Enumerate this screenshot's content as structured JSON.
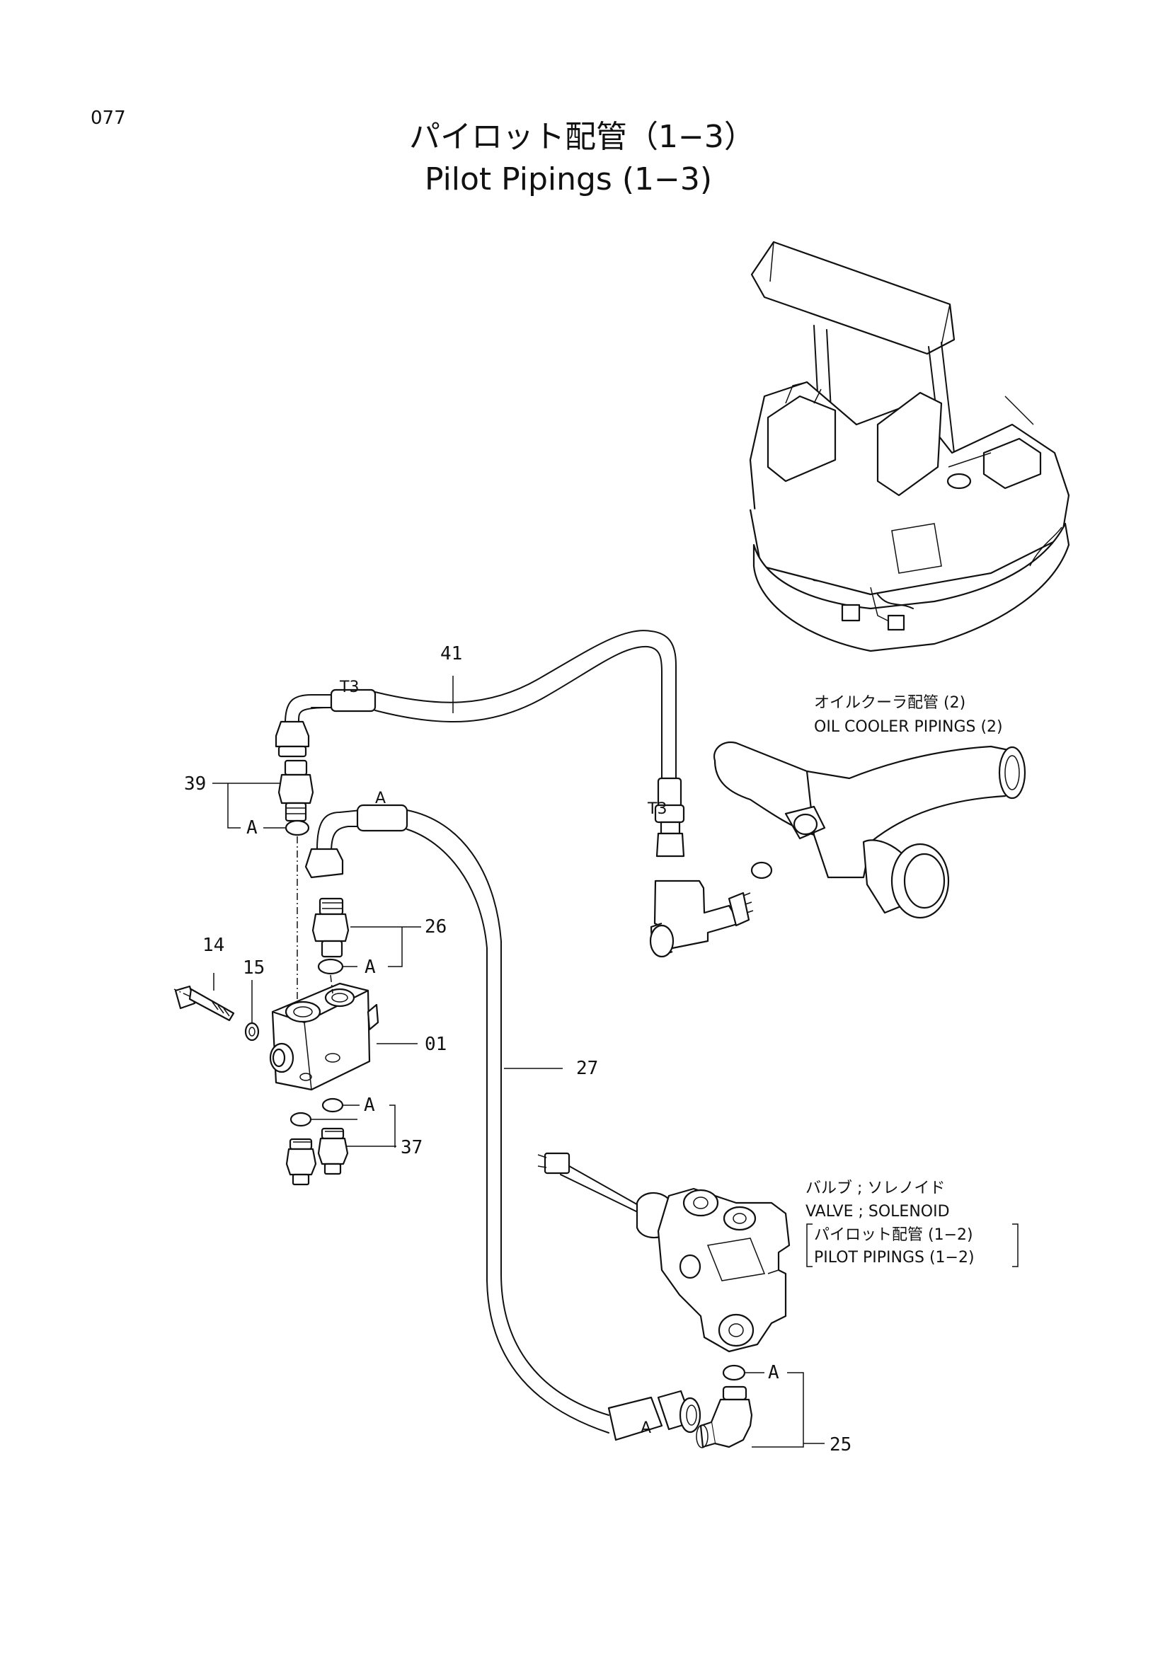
{
  "page_number": "077",
  "title_jp": "パイロット配管（1−3）",
  "title_en": "Pilot Pipings (1−3)",
  "callouts": {
    "c41": "41",
    "c39": "39",
    "c26": "26",
    "c14": "14",
    "c15": "15",
    "c01": "01",
    "c27": "27",
    "c37": "37",
    "c25": "25"
  },
  "marks": {
    "t3_top": "T3",
    "t3_right": "T3",
    "a_hose": "A",
    "a_bottom": "A",
    "a39": "A",
    "a26": "A",
    "a37": "A",
    "a25": "A"
  },
  "references": {
    "oil_cooler_jp": "オイルクーラ配管 (2)",
    "oil_cooler_en": "OIL COOLER PIPINGS (2)",
    "valve_jp": "バルブ ; ソレノイド",
    "valve_en": "VALVE ; SOLENOID",
    "pilot_jp": "パイロット配管 (1−2)",
    "pilot_en": "PILOT PIPINGS (1−2)"
  }
}
